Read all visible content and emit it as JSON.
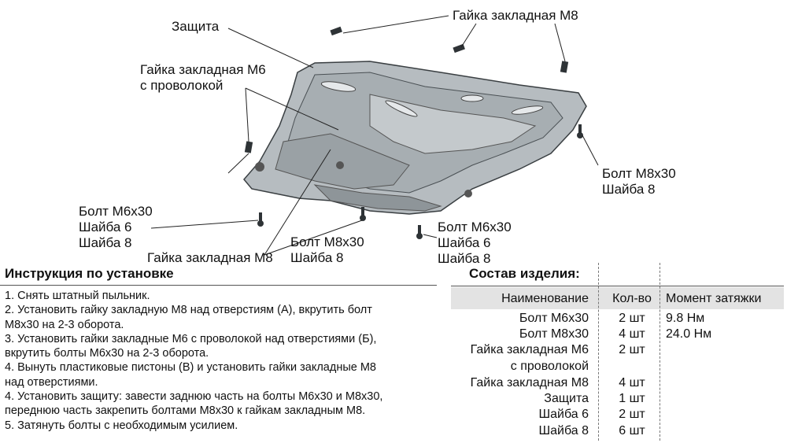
{
  "labels": {
    "zashchita": "Защита",
    "nut_m8_top": "Гайка закладная М8",
    "nut_m6_wire_l1": "Гайка закладная М6",
    "nut_m6_wire_l2": "с проволокой",
    "bolt_m8_right_l1": "Болт М8х30",
    "bolt_m8_right_l2": "Шайба 8",
    "bolt_m6_left_l1": "Болт М6х30",
    "bolt_m6_left_l2": "Шайба 6",
    "bolt_m6_left_l3": "Шайба 8",
    "nut_m8_bottom": "Гайка закладная М8",
    "bolt_m8_mid_l1": "Болт М8х30",
    "bolt_m8_mid_l2": "Шайба 8",
    "bolt_m6_mid_l1": "Болт М6х30",
    "bolt_m6_mid_l2": "Шайба 6",
    "bolt_m6_mid_l3": "Шайба 8"
  },
  "instructions": {
    "title": "Инструкция по установке",
    "lines": [
      "1. Снять штатный пыльник.",
      "2. Установить гайку закладную М8 над отверстиям (А), вкрутить болт",
      "М8х30 на 2-3 оборота.",
      "3. Установить гайки закладные М6 с проволокой над отверстиями (Б),",
      "вкрутить болты М6х30 на 2-3 оборота.",
      "4. Вынуть пластиковые пистоны (В) и установить гайки закладные М8",
      "над отверстиями.",
      "4. Установить защиту: завести заднюю часть на болты М6х30 и М8х30,",
      "переднюю часть закрепить болтами М8х30 к гайкам закладным М8.",
      "5. Затянуть болты с необходимым усилием."
    ]
  },
  "composition": {
    "title": "Состав изделия:",
    "headers": [
      "Наименование",
      "Кол-во",
      "Момент затяжки"
    ],
    "rows": [
      {
        "name": "Болт М6х30",
        "qty": "2 шт",
        "torque": "9.8 Нм"
      },
      {
        "name": "Болт М8х30",
        "qty": "4 шт",
        "torque": "24.0 Нм"
      },
      {
        "name": "Гайка закладная М6",
        "qty": "2 шт",
        "torque": ""
      },
      {
        "name": "с проволокой",
        "qty": "",
        "torque": ""
      },
      {
        "name": "Гайка закладная М8",
        "qty": "4 шт",
        "torque": ""
      },
      {
        "name": "Защита",
        "qty": "1 шт",
        "torque": ""
      },
      {
        "name": "Шайба 6",
        "qty": "2 шт",
        "torque": ""
      },
      {
        "name": "Шайба 8",
        "qty": "6 шт",
        "torque": ""
      }
    ]
  }
}
